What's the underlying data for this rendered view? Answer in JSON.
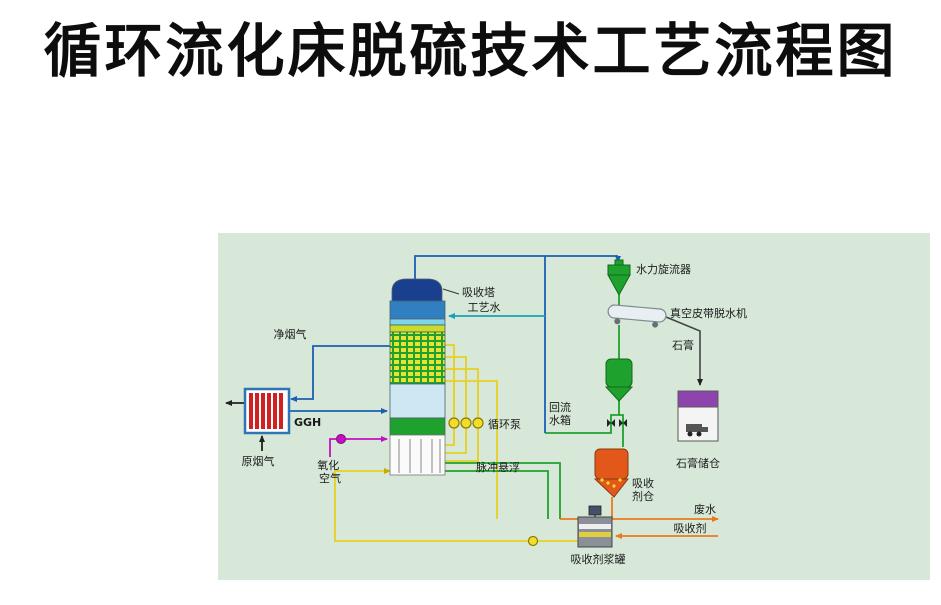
{
  "title": "循环流化床脱硫技术工艺流程图",
  "diagram": {
    "labels": {
      "absorber_tower": "吸收塔",
      "process_water": "工艺水",
      "clean_flue_gas": "净烟气",
      "ggh": "GGH",
      "raw_flue_gas": "原烟气",
      "oxidation_air": [
        "氧化",
        "空气"
      ],
      "circulation_pump": "循环泵",
      "pulse_suspension": "脉冲悬浮",
      "hydrocyclone": "水力旋流器",
      "vacuum_belt_dehydrator": "真空皮带脱水机",
      "gypsum": "石膏",
      "return_water_tank": [
        "回流",
        "水箱"
      ],
      "gypsum_silo": "石膏储仓",
      "absorbent_silo": [
        "吸收",
        "剂仓"
      ],
      "waste_water": "废水",
      "absorbent": "吸收剂",
      "absorbent_slurry_tank": "吸收剂浆罐"
    },
    "colors": {
      "canvas": "#d7e8d8",
      "tower_dome": "#1b3f8f",
      "tower_blue": "#2f7fc1",
      "band_yellow_green": "#cbdb2a",
      "grid_green": "#1fa12e",
      "grid_yellow": "#e8e235",
      "section_light": "#cfe7f2",
      "ggh_red": "#d21f1f",
      "ggh_border": "#2e75b6",
      "silo_purple": "#8e44ad",
      "vessel_orange": "#e2571a",
      "pump_yellow": "#f2de2a",
      "line_yellow": "#e8d020",
      "line_green": "#1fa12e",
      "line_blue": "#1b5fb4",
      "line_teal": "#17a3b8",
      "line_orange": "#e87a1e",
      "line_magenta": "#c410c4"
    }
  }
}
